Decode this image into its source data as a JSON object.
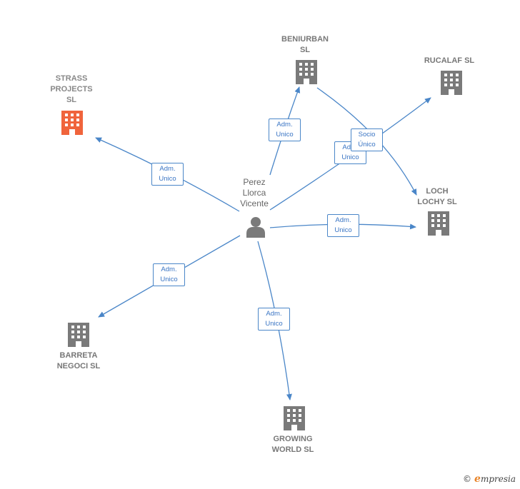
{
  "colors": {
    "edge": "#4a86c8",
    "building": "#7a7a7a",
    "building_highlight": "#f0643c",
    "person": "#7a7a7a"
  },
  "center": {
    "name": "Perez\nLlorca\nVicente"
  },
  "companies": {
    "strass": {
      "name": "STRASS\nPROJECTS\nSL",
      "highlight": true
    },
    "beniurban": {
      "name": "BENIURBAN\nSL"
    },
    "rucalaf": {
      "name": "RUCALAF SL"
    },
    "loch": {
      "name": "LOCH\nLOCHY  SL"
    },
    "barreta": {
      "name": "BARRETA\nNEGOCI SL"
    },
    "growing": {
      "name": "GROWING\nWORLD  SL"
    }
  },
  "edges": {
    "strass": "Adm.\nUnico",
    "beniurban": "Adm.\nUnico",
    "rucalaf": "Adm.\nUnico",
    "socio": "Socio\nÚnico",
    "loch": "Adm.\nUnico",
    "barreta": "Adm.\nUnico",
    "growing": "Adm.\nUnico"
  },
  "watermark": {
    "copyright": "©",
    "brand_first": "e",
    "brand_rest": "mpresia"
  }
}
